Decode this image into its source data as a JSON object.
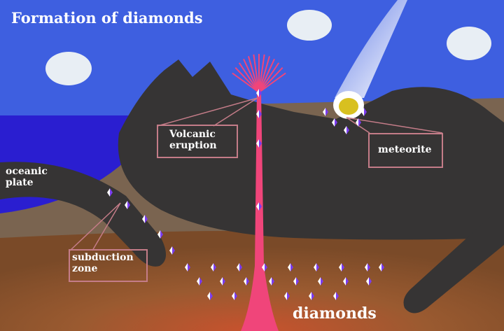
{
  "title": "Formation of diamonds",
  "labels": {
    "volcanic": [
      "Volcanic",
      "eruption"
    ],
    "meteorite": "meteorite",
    "oceanic": [
      "oceanic",
      "plate"
    ],
    "subduction": [
      "subduction",
      "zone"
    ],
    "diamonds": "diamonds"
  },
  "colors": {
    "sky": "#3e5fe0",
    "sea": "#2a1ed0",
    "crust": "#7a6450",
    "mountain": "#363434",
    "mantle": "#7a4a28",
    "magma": "#f0457a",
    "label_border": "#c47c88"
  }
}
